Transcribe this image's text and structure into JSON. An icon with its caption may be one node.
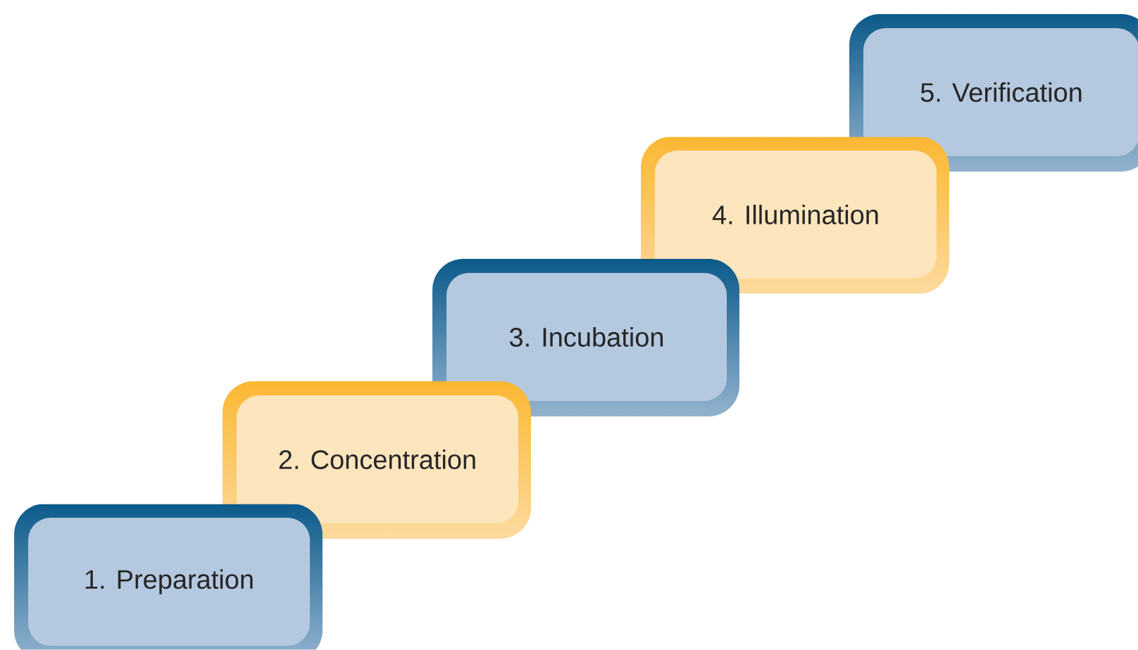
{
  "diagram": {
    "nodes": [
      {
        "text": [
          "1. Preparation"
        ]
      },
      {
        "text": [
          "2. Concentration"
        ]
      },
      {
        "text": [
          "3. Incubation"
        ]
      },
      {
        "text": [
          "4. Illumination"
        ]
      },
      {
        "text": [
          "5. Verification"
        ]
      }
    ]
  }
}
